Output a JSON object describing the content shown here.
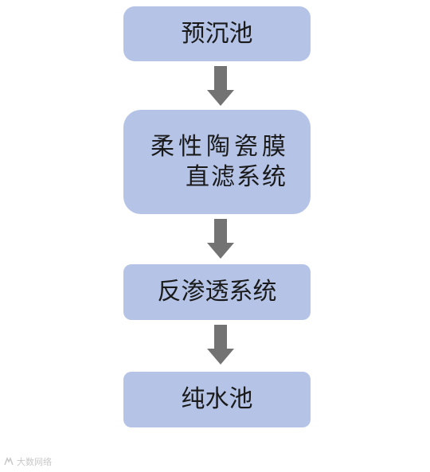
{
  "flowchart": {
    "steps": [
      {
        "label": "预沉池"
      },
      {
        "label_line1": "柔性陶瓷膜",
        "label_line2": "直滤系统"
      },
      {
        "label": "反渗透系统"
      },
      {
        "label": "纯水池"
      }
    ],
    "colors": {
      "box_fill": "#b4c3e6",
      "arrow_fill": "#737373",
      "text": "#1a1a1a"
    }
  },
  "watermark": {
    "text": "大数网络",
    "icon": "logo-icon"
  }
}
